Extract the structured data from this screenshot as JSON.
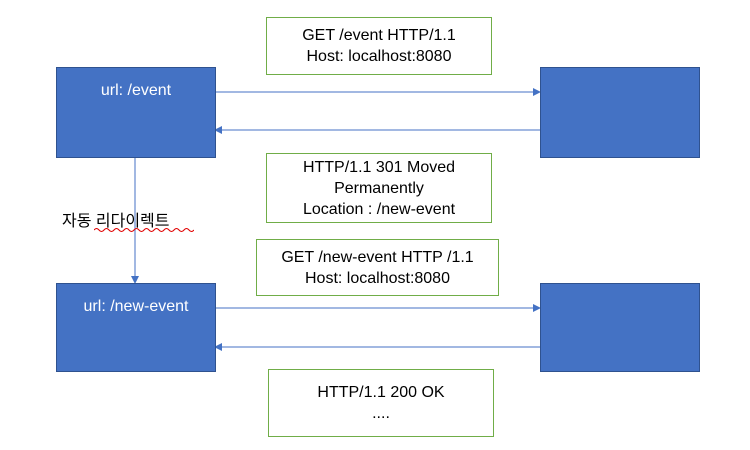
{
  "colors": {
    "box_fill": "#4472c4",
    "box_border": "#2f528f",
    "message_border": "#70ad47",
    "arrow": "#4472c4",
    "spellcheck": "#e00000"
  },
  "client_boxes": [
    {
      "label": "url: /event"
    },
    {
      "label": "url: /new-event"
    }
  ],
  "server_boxes": [
    {
      "label": ""
    },
    {
      "label": ""
    }
  ],
  "messages": [
    {
      "lines": [
        "GET /event HTTP/1.1",
        "Host: localhost:8080"
      ]
    },
    {
      "lines": [
        "HTTP/1.1 301 Moved",
        "Permanently",
        "Location : /new-event"
      ]
    },
    {
      "lines": [
        "GET /new-event HTTP /1.1",
        "Host: localhost:8080"
      ]
    },
    {
      "lines": [
        "HTTP/1.1 200 OK",
        "...."
      ]
    }
  ],
  "redirect_label": "자동 리다이렉트"
}
